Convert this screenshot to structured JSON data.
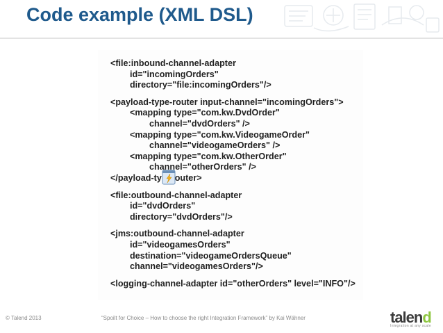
{
  "slide": {
    "title": "Code example (XML DSL)"
  },
  "code": {
    "lines": [
      "<file:inbound-channel-adapter",
      "        id=\"incomingOrders\"",
      "        directory=\"file:incomingOrders\"/>",
      "",
      "<payload-type-router input-channel=\"incomingOrders\">",
      "        <mapping type=\"com.kw.DvdOrder\"",
      "                channel=\"dvdOrders\" />",
      "        <mapping type=\"com.kw.VideogameOrder\"",
      "                channel=\"videogameOrders\" />",
      "        <mapping type=\"com.kw.OtherOrder\"",
      "                channel=\"otherOrders\" />",
      "</payload-ty    router>",
      "",
      "<file:outbound-channel-adapter",
      "        id=\"dvdOrders\"",
      "        directory=\"dvdOrders\"/>",
      "",
      "<jms:outbound-channel-adapter",
      "        id=\"videogamesOrders\"",
      "        destination=\"videogameOrdersQueue\"",
      "        channel=\"videogamesOrders\"/>",
      "",
      "<logging-channel-adapter id=\"otherOrders\" level=\"INFO\"/>"
    ]
  },
  "footer": {
    "copyright": "© Talend 2013",
    "citation": "“Spoilt for Choice – How to choose the right Integration Framework” by Kai Wähner",
    "logo_text": "talen",
    "logo_accent": "d",
    "logo_tagline": "Integration at any scale"
  },
  "colors": {
    "title": "#1f5a8c",
    "logo_accent": "#8dc63f"
  }
}
